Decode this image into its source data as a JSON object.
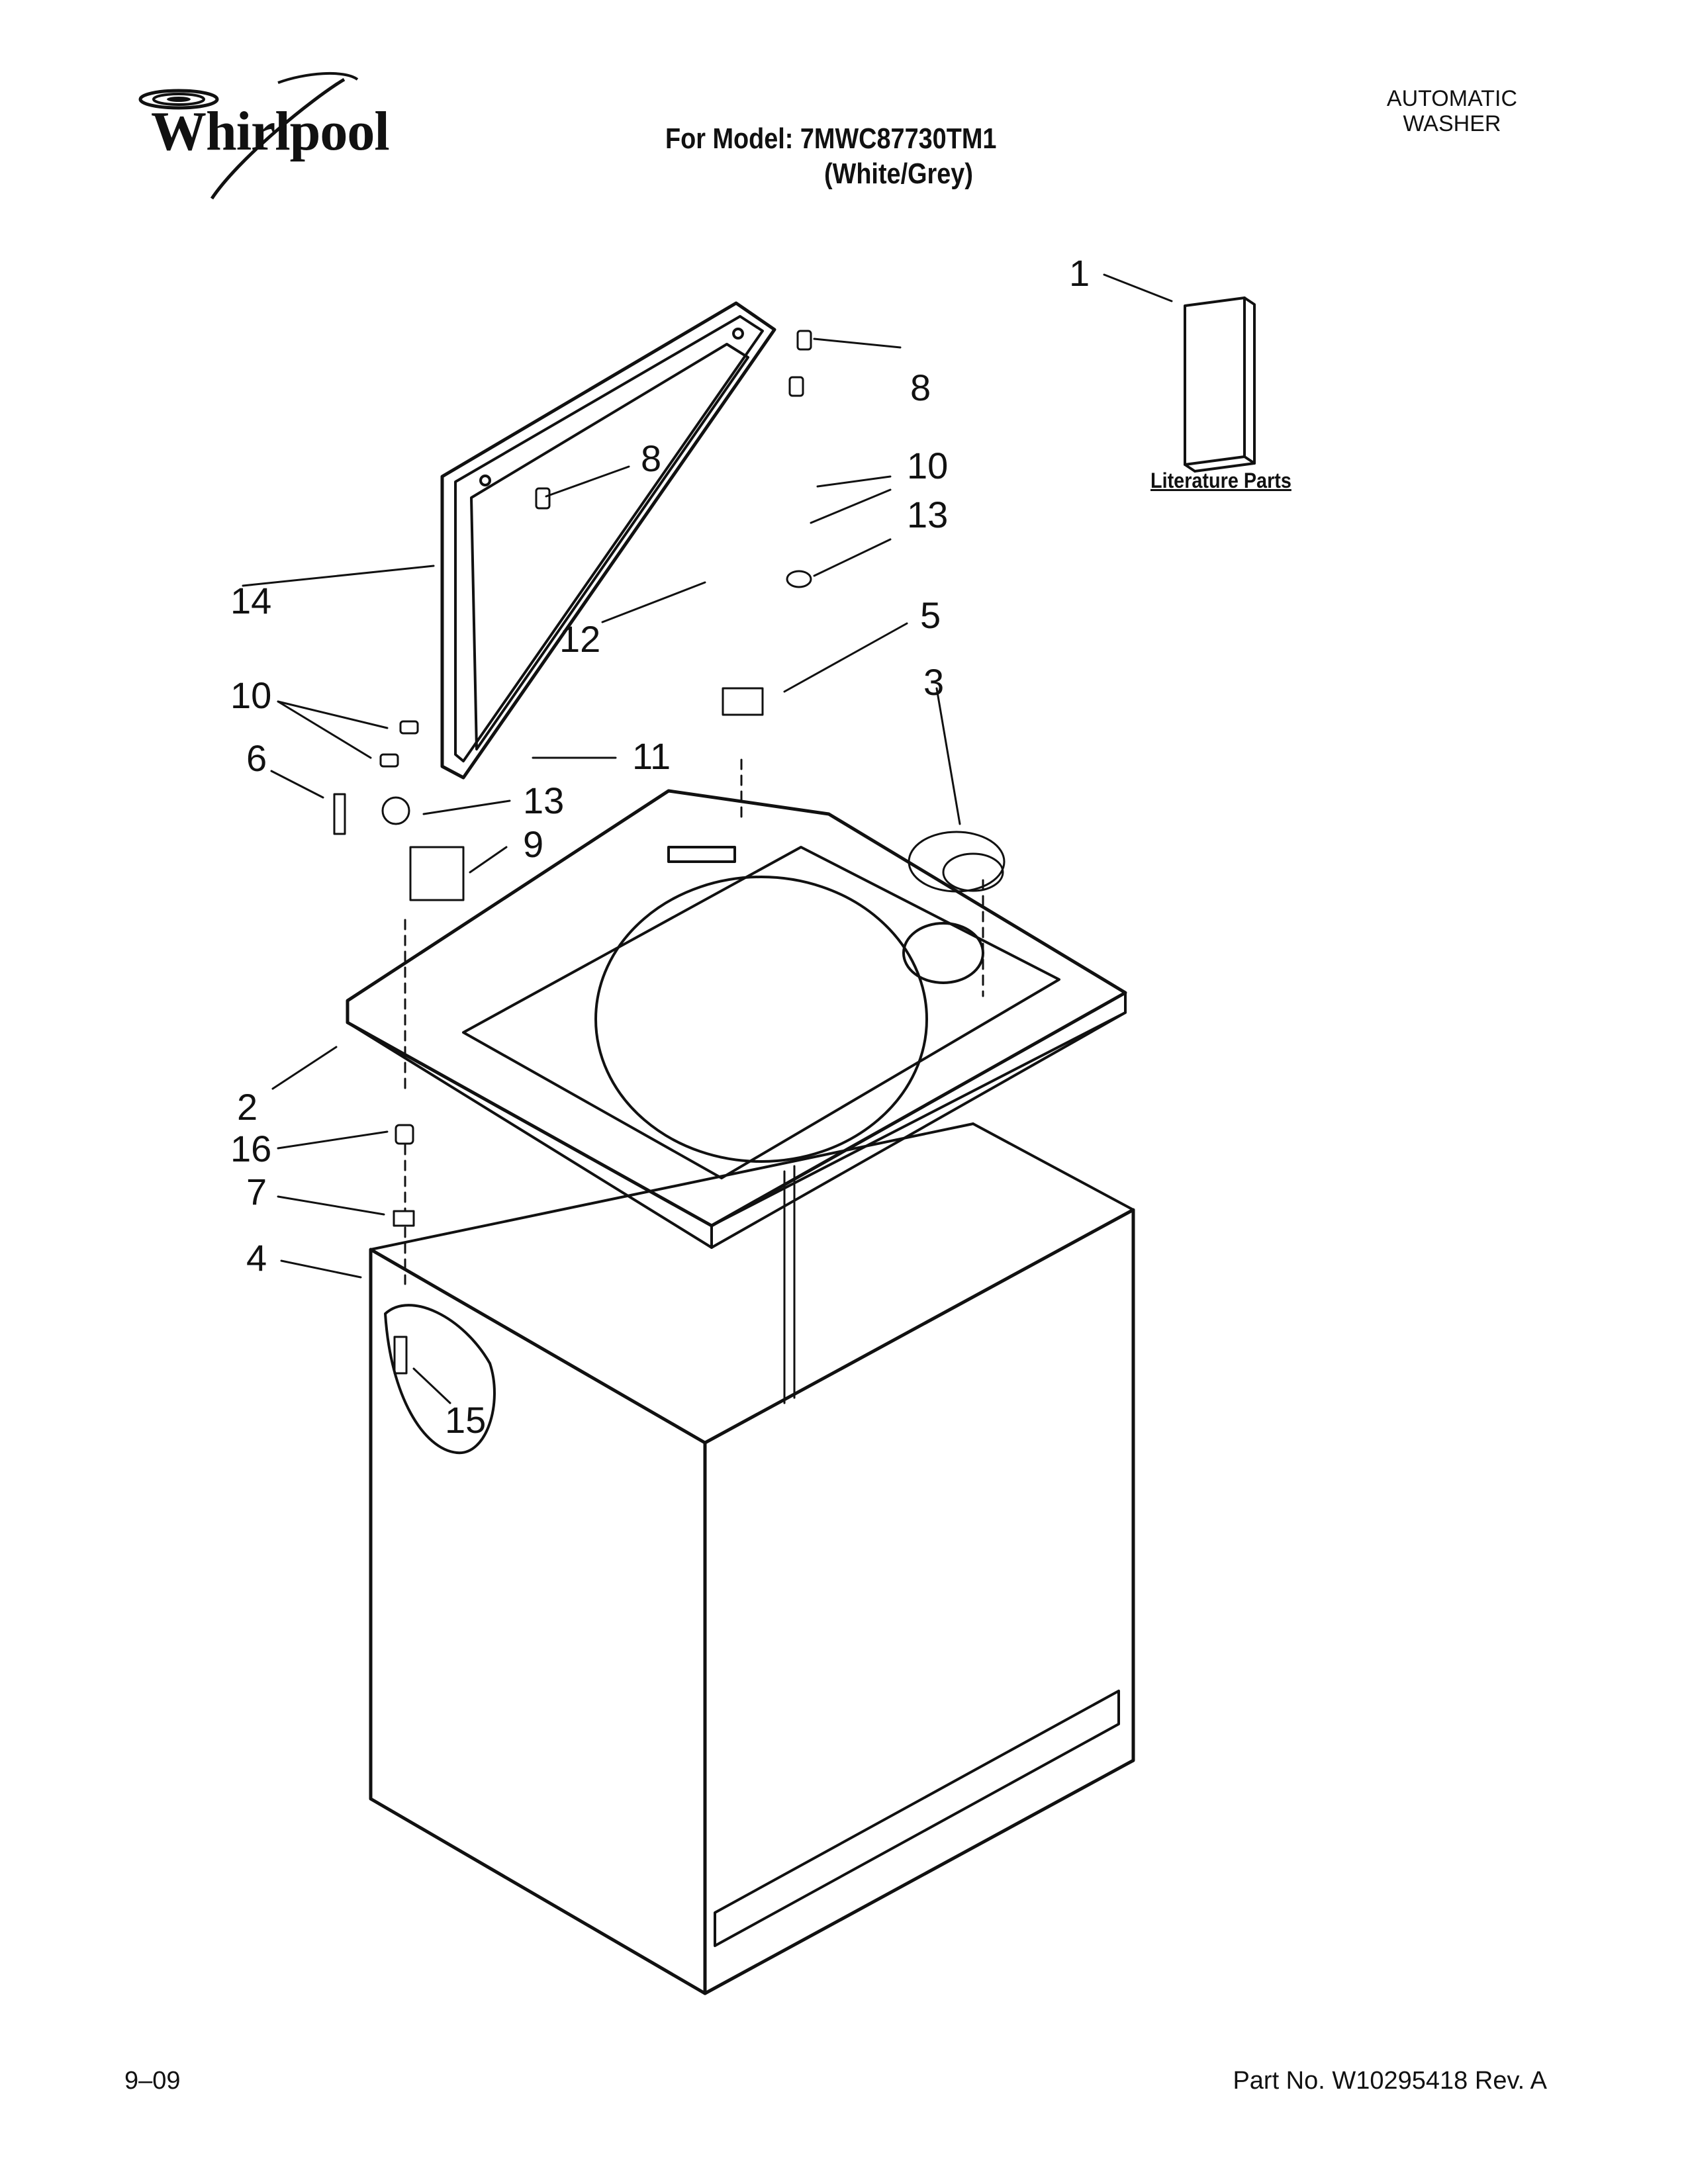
{
  "header": {
    "brand": "Whirlpool",
    "model_line": "For Model: 7MWC87730TM1",
    "color_line": "(White/Grey)",
    "category_line1": "AUTOMATIC",
    "category_line2": "WASHER"
  },
  "diagram": {
    "literature_label": "Literature Parts",
    "callouts": [
      "1",
      "8",
      "8",
      "10",
      "13",
      "14",
      "12",
      "5",
      "3",
      "10",
      "6",
      "11",
      "13",
      "9",
      "2",
      "16",
      "7",
      "4",
      "15"
    ]
  },
  "footer": {
    "date": "9–09",
    "part_number": "Part No. W10295418 Rev. A"
  }
}
